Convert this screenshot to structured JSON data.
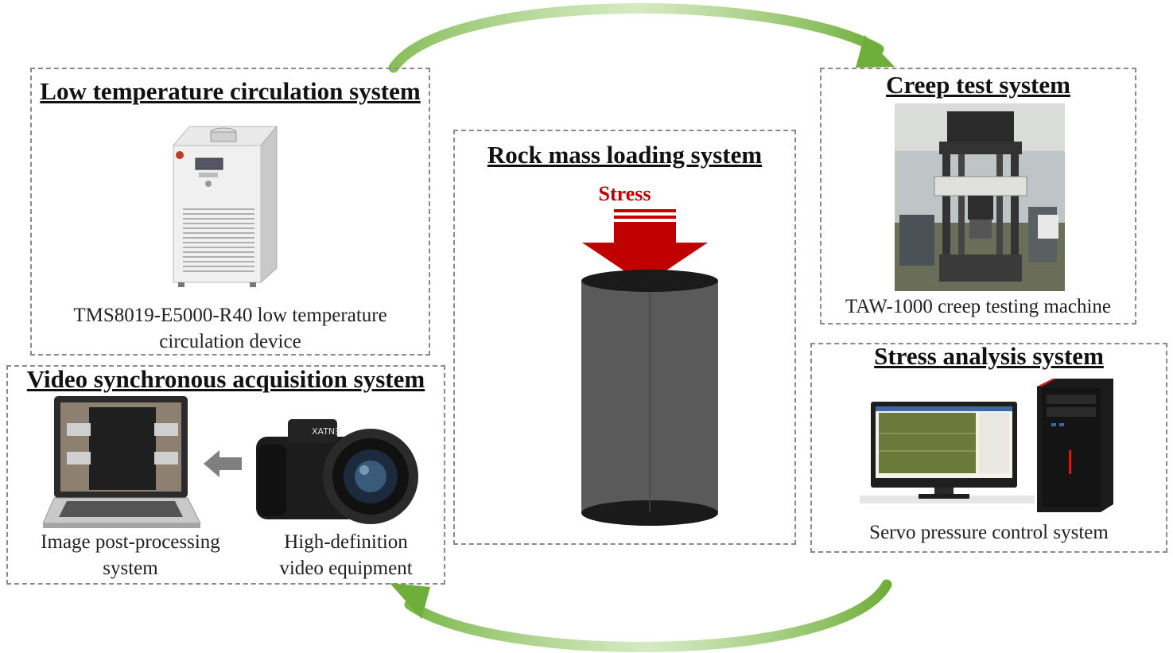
{
  "low_temp": {
    "title": "Low temperature circulation system",
    "caption_line1": "TMS8019-E5000-R40 low temperature",
    "caption_line2": "circulation device"
  },
  "video": {
    "title": "Video synchronous acquisition system",
    "laptop_caption_line1": "Image post-processing",
    "laptop_caption_line2": "system",
    "camera_caption_line1": "High-definition",
    "camera_caption_line2": "video equipment",
    "camera_brand": "XATNƎ"
  },
  "rock": {
    "title": "Rock mass loading system",
    "stress_label": "Stress"
  },
  "creep": {
    "title": "Creep test system",
    "caption": "TAW-1000 creep testing machine"
  },
  "stress_analysis": {
    "title": "Stress analysis system",
    "caption": "Servo pressure control system"
  },
  "colors": {
    "cycle_arrow": "#7ab648",
    "stress_arrow": "#c00000",
    "cylinder": "#5a5a5a",
    "box_border": "#8a8a8a"
  }
}
